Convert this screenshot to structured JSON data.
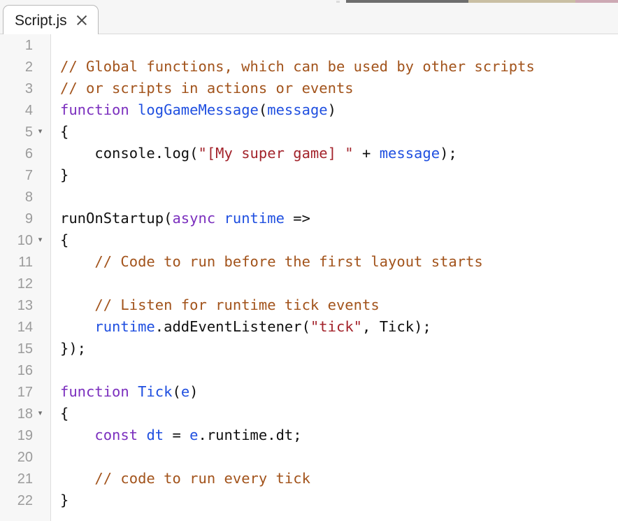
{
  "window": {
    "title": "Script.js"
  },
  "tabbar": {
    "tabs": [
      {
        "label": "Script.js",
        "active": true,
        "close_icon": "close-icon"
      }
    ]
  },
  "editor": {
    "language": "javascript",
    "gutter": {
      "fold_marker": "▾",
      "fold_lines": [
        5,
        10,
        18
      ]
    },
    "colors": {
      "background": "#ffffff",
      "gutter_background": "#f7f7f7",
      "gutter_border": "#dedede",
      "line_number": "#9b9b9b",
      "tabbar_background": "#f6f6f6",
      "tab_background": "#ffffff",
      "tab_border": "#b9b9b9",
      "comment": "#a2531b",
      "keyword": "#7b2fbe",
      "function": "#1f4fe0",
      "variable": "#1f4fe0",
      "string": "#a3232b",
      "plain": "#101010"
    },
    "lines": [
      {
        "n": 1,
        "text": "",
        "tokens": []
      },
      {
        "n": 2,
        "text": "// Global functions, which can be used by other scripts",
        "tokens": [
          {
            "t": "// Global functions, which can be used by other scripts",
            "c": "tok-com"
          }
        ]
      },
      {
        "n": 3,
        "text": "// or scripts in actions or events",
        "tokens": [
          {
            "t": "// or scripts in actions or events",
            "c": "tok-com"
          }
        ]
      },
      {
        "n": 4,
        "text": "function logGameMessage(message)",
        "tokens": [
          {
            "t": "function",
            "c": "tok-key"
          },
          {
            "t": " ",
            "c": "tok-pln"
          },
          {
            "t": "logGameMessage",
            "c": "tok-fn"
          },
          {
            "t": "(",
            "c": "tok-pln"
          },
          {
            "t": "message",
            "c": "tok-var"
          },
          {
            "t": ")",
            "c": "tok-pln"
          }
        ]
      },
      {
        "n": 5,
        "text": "{",
        "tokens": [
          {
            "t": "{",
            "c": "tok-pln"
          }
        ]
      },
      {
        "n": 6,
        "text": "    console.log(\"[My super game] \" + message);",
        "tokens": [
          {
            "t": "    console.log(",
            "c": "tok-pln"
          },
          {
            "t": "\"[My super game] \"",
            "c": "tok-str"
          },
          {
            "t": " + ",
            "c": "tok-pln"
          },
          {
            "t": "message",
            "c": "tok-var"
          },
          {
            "t": ");",
            "c": "tok-pln"
          }
        ]
      },
      {
        "n": 7,
        "text": "}",
        "tokens": [
          {
            "t": "}",
            "c": "tok-pln"
          }
        ]
      },
      {
        "n": 8,
        "text": "",
        "tokens": []
      },
      {
        "n": 9,
        "text": "runOnStartup(async runtime =>",
        "tokens": [
          {
            "t": "runOnStartup(",
            "c": "tok-pln"
          },
          {
            "t": "async",
            "c": "tok-key"
          },
          {
            "t": " ",
            "c": "tok-pln"
          },
          {
            "t": "runtime",
            "c": "tok-var"
          },
          {
            "t": " =>",
            "c": "tok-pln"
          }
        ]
      },
      {
        "n": 10,
        "text": "{",
        "tokens": [
          {
            "t": "{",
            "c": "tok-pln"
          }
        ]
      },
      {
        "n": 11,
        "text": "    // Code to run before the first layout starts",
        "tokens": [
          {
            "t": "    ",
            "c": "tok-pln"
          },
          {
            "t": "// Code to run before the first layout starts",
            "c": "tok-com"
          }
        ]
      },
      {
        "n": 12,
        "text": "",
        "tokens": []
      },
      {
        "n": 13,
        "text": "    // Listen for runtime tick events",
        "tokens": [
          {
            "t": "    ",
            "c": "tok-pln"
          },
          {
            "t": "// Listen for runtime tick events",
            "c": "tok-com"
          }
        ]
      },
      {
        "n": 14,
        "text": "    runtime.addEventListener(\"tick\", Tick);",
        "tokens": [
          {
            "t": "    ",
            "c": "tok-pln"
          },
          {
            "t": "runtime",
            "c": "tok-var"
          },
          {
            "t": ".addEventListener(",
            "c": "tok-pln"
          },
          {
            "t": "\"tick\"",
            "c": "tok-str"
          },
          {
            "t": ", Tick);",
            "c": "tok-pln"
          }
        ]
      },
      {
        "n": 15,
        "text": "});",
        "tokens": [
          {
            "t": "});",
            "c": "tok-pln"
          }
        ]
      },
      {
        "n": 16,
        "text": "",
        "tokens": []
      },
      {
        "n": 17,
        "text": "function Tick(e)",
        "tokens": [
          {
            "t": "function",
            "c": "tok-key"
          },
          {
            "t": " ",
            "c": "tok-pln"
          },
          {
            "t": "Tick",
            "c": "tok-fn"
          },
          {
            "t": "(",
            "c": "tok-pln"
          },
          {
            "t": "e",
            "c": "tok-var"
          },
          {
            "t": ")",
            "c": "tok-pln"
          }
        ]
      },
      {
        "n": 18,
        "text": "{",
        "tokens": [
          {
            "t": "{",
            "c": "tok-pln"
          }
        ]
      },
      {
        "n": 19,
        "text": "    const dt = e.runtime.dt;",
        "tokens": [
          {
            "t": "    ",
            "c": "tok-pln"
          },
          {
            "t": "const",
            "c": "tok-key"
          },
          {
            "t": " ",
            "c": "tok-pln"
          },
          {
            "t": "dt",
            "c": "tok-var"
          },
          {
            "t": " = ",
            "c": "tok-pln"
          },
          {
            "t": "e",
            "c": "tok-var"
          },
          {
            "t": ".runtime.dt;",
            "c": "tok-pln"
          }
        ]
      },
      {
        "n": 20,
        "text": "",
        "tokens": []
      },
      {
        "n": 21,
        "text": "    // code to run every tick",
        "tokens": [
          {
            "t": "    ",
            "c": "tok-pln"
          },
          {
            "t": "// code to run every tick",
            "c": "tok-com"
          }
        ]
      },
      {
        "n": 22,
        "text": "}",
        "tokens": [
          {
            "t": "}",
            "c": "tok-pln"
          }
        ]
      }
    ]
  }
}
